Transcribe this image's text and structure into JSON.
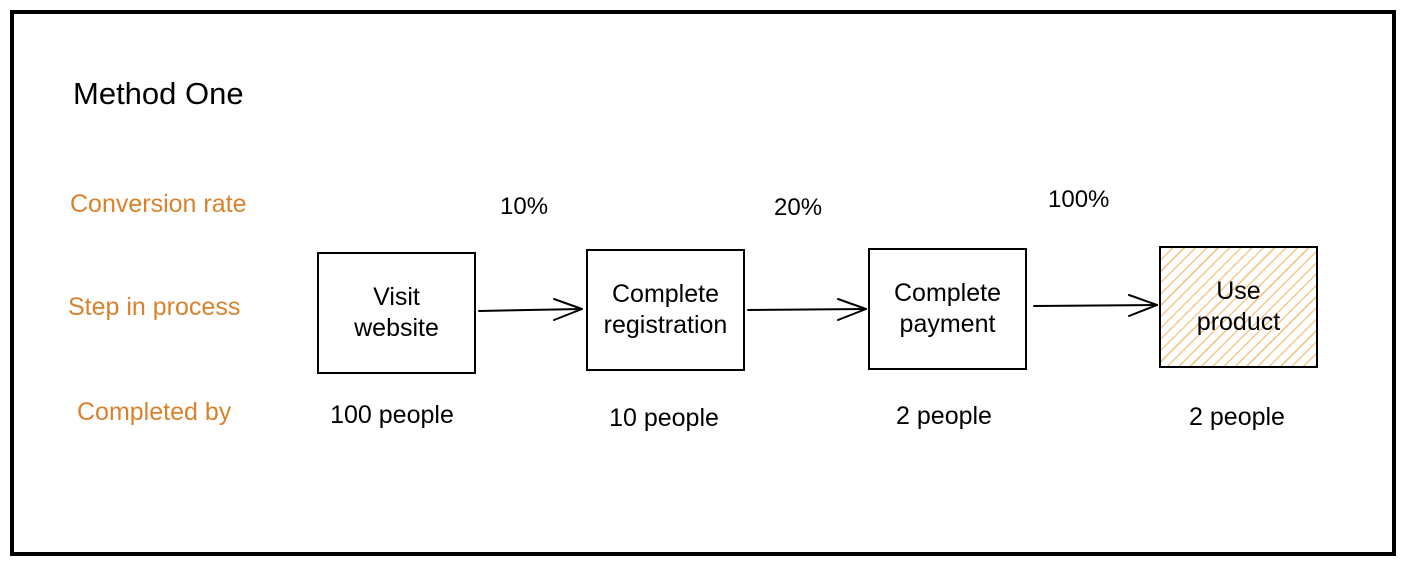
{
  "title": "Method One",
  "row_labels": {
    "conversion_rate": "Conversion rate",
    "step_in_process": "Step in process",
    "completed_by": "Completed by"
  },
  "label_color": "#d9822b",
  "steps": [
    {
      "label": "Visit\nwebsite",
      "completed_by": "100 people",
      "highlighted": false
    },
    {
      "label": "Complete\nregistration",
      "completed_by": "10 people",
      "highlighted": false
    },
    {
      "label": "Complete\npayment",
      "completed_by": "2 people",
      "highlighted": false
    },
    {
      "label": "Use\nproduct",
      "completed_by": "2 people",
      "highlighted": true
    }
  ],
  "conversion_rates": [
    "10%",
    "20%",
    "100%"
  ],
  "highlight_hatch_color": "#f2c88c"
}
